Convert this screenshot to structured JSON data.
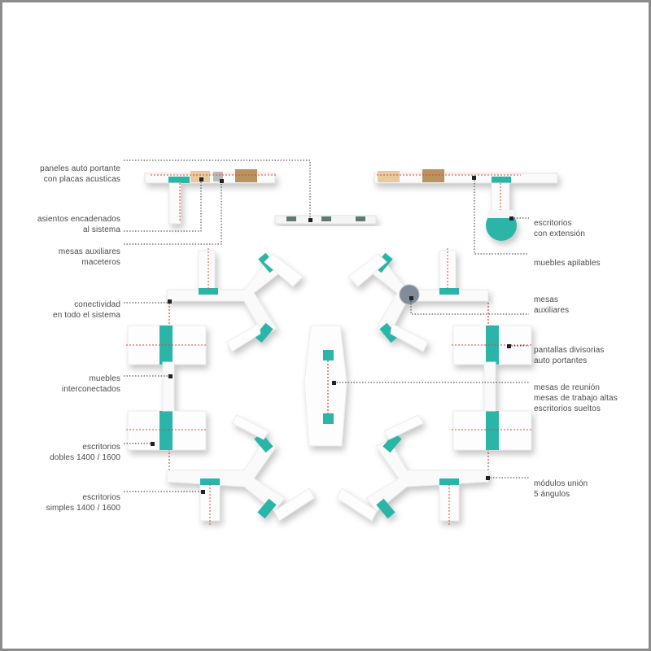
{
  "colors": {
    "teal": "#2bb5a8",
    "wood": "#e8c9a0",
    "wood_dark": "#a98457",
    "accent_line": "#e0452d",
    "leader": "#333333",
    "text": "#4a4a4a",
    "frame": "#8c8c8c"
  },
  "labels_left": [
    {
      "id": "paneles",
      "lines": [
        "paneles auto portante",
        "con placas acusticas"
      ]
    },
    {
      "id": "asientos",
      "lines": [
        "asientos encadenados",
        "al sistema"
      ]
    },
    {
      "id": "mesas-aux-maceteros",
      "lines": [
        "mesas auxiliares",
        "maceteros"
      ]
    },
    {
      "id": "conectividad",
      "lines": [
        "conectividad",
        "en todo el sistema"
      ]
    },
    {
      "id": "muebles-interconectados",
      "lines": [
        "muebles",
        "interconectados"
      ]
    },
    {
      "id": "escritorios-dobles",
      "lines": [
        "escritorios",
        "dobles 1400 / 1600"
      ]
    },
    {
      "id": "escritorios-simples",
      "lines": [
        "escritorios",
        "simples 1400 / 1600"
      ]
    }
  ],
  "labels_right": [
    {
      "id": "escritorios-extension",
      "lines": [
        "escritorios",
        "con extensión"
      ]
    },
    {
      "id": "muebles-apilables",
      "lines": [
        "muebles apilables"
      ]
    },
    {
      "id": "mesas-auxiliares",
      "lines": [
        "mesas",
        "auxiliares"
      ]
    },
    {
      "id": "pantallas-divisorias",
      "lines": [
        "pantallas divisorias",
        "auto portantes"
      ]
    },
    {
      "id": "mesas-reunion",
      "lines": [
        "mesas de reunión",
        "mesas de trabajo altas",
        "escritorios sueltos"
      ]
    },
    {
      "id": "modulos-union",
      "lines": [
        "módulos unión",
        "5 ángulos"
      ]
    }
  ]
}
